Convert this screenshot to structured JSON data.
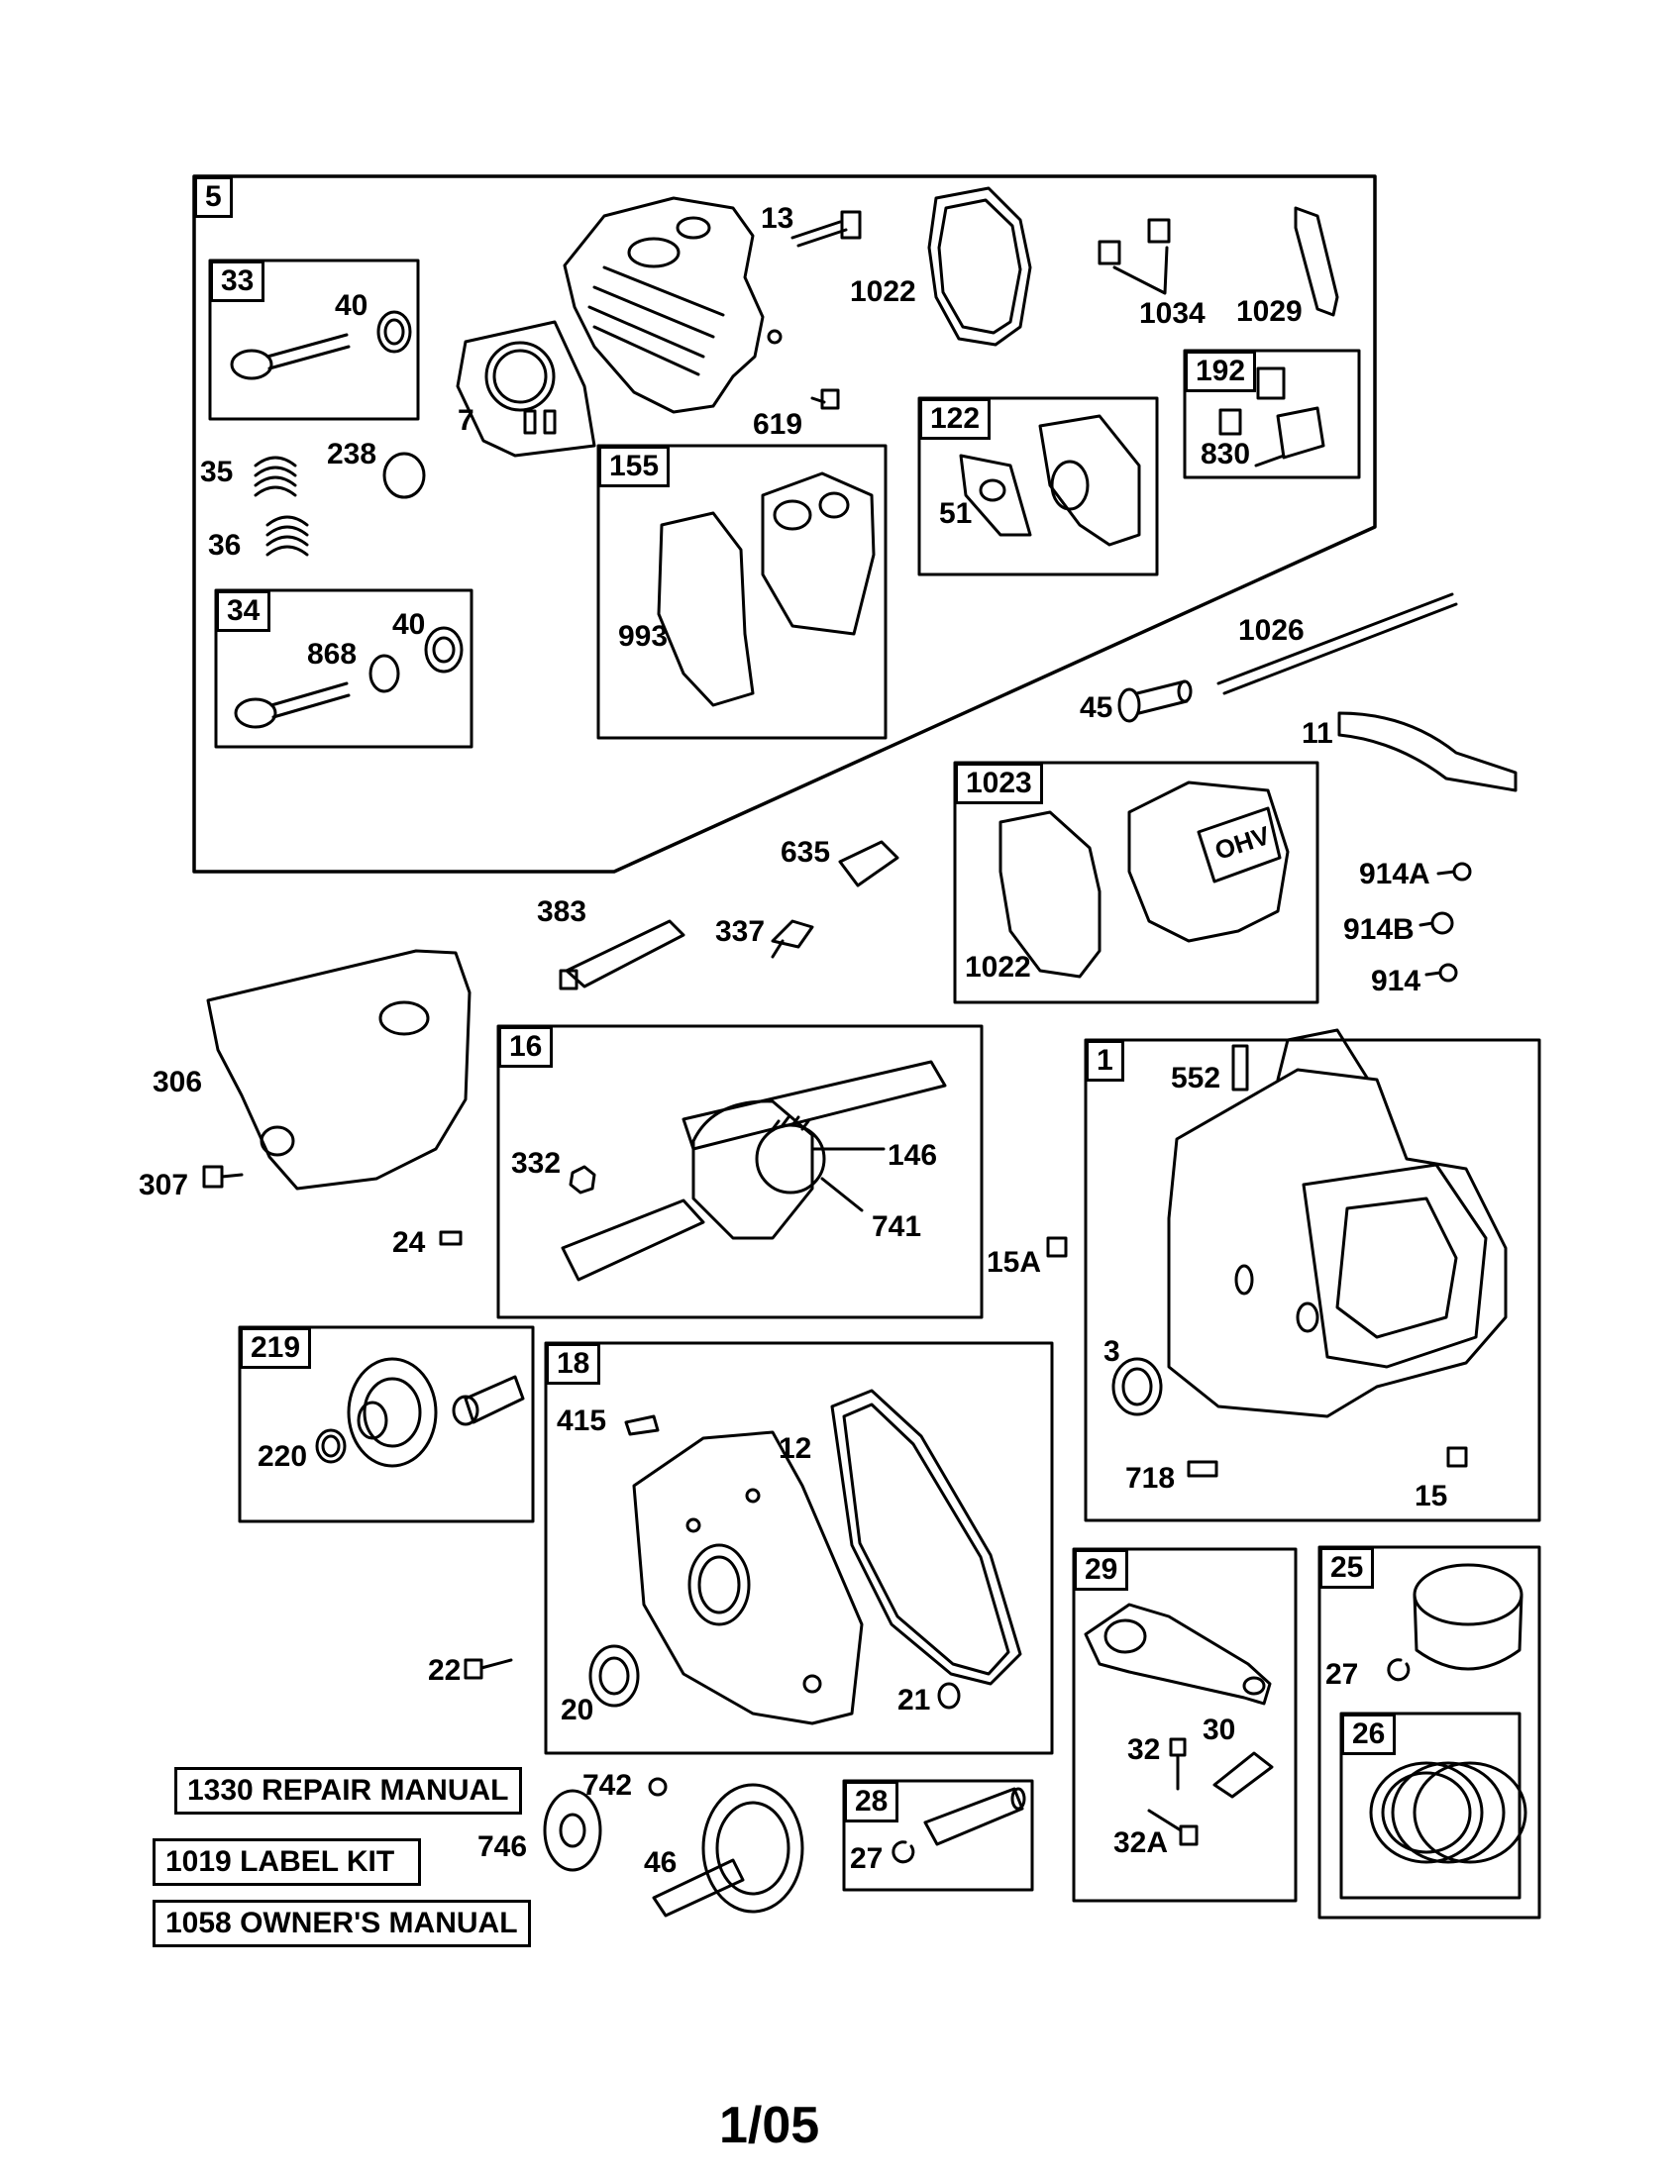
{
  "groups": {
    "g5": "5",
    "g33": "33",
    "g34": "34",
    "g155": "155",
    "g122": "122",
    "g192": "192",
    "g1023": "1023",
    "g16": "16",
    "g1": "1",
    "g219": "219",
    "g18": "18",
    "g29": "29",
    "g25": "25",
    "g26": "26",
    "g28": "28"
  },
  "parts": {
    "p13": "13",
    "p1022a": "1022",
    "p1034": "1034",
    "p1029": "1029",
    "p40a": "40",
    "p7": "7",
    "p619": "619",
    "p35": "35",
    "p238": "238",
    "p36": "36",
    "p993": "993",
    "p51": "51",
    "p830": "830",
    "p40b": "40",
    "p868": "868",
    "p1026": "1026",
    "p45": "45",
    "p11": "11",
    "p635": "635",
    "p383": "383",
    "p337": "337",
    "p1022b": "1022",
    "p914A": "914A",
    "p914B": "914B",
    "p914": "914",
    "p306": "306",
    "p307": "307",
    "p332": "332",
    "p146": "146",
    "p741": "741",
    "p24": "24",
    "p15A": "15A",
    "p552": "552",
    "p3": "3",
    "p718": "718",
    "p15": "15",
    "p220": "220",
    "p415": "415",
    "p12": "12",
    "p22": "22",
    "p20": "20",
    "p21": "21",
    "p27a": "27",
    "p32": "32",
    "p30": "30",
    "p32A": "32A",
    "p742": "742",
    "p746": "746",
    "p46": "46",
    "p27b": "27"
  },
  "manuals": {
    "repair": "1330 REPAIR MANUAL",
    "label_kit": "1019 LABEL KIT",
    "owners": "1058 OWNER'S MANUAL"
  },
  "page_number": "1/05",
  "logo_text": "OHV"
}
